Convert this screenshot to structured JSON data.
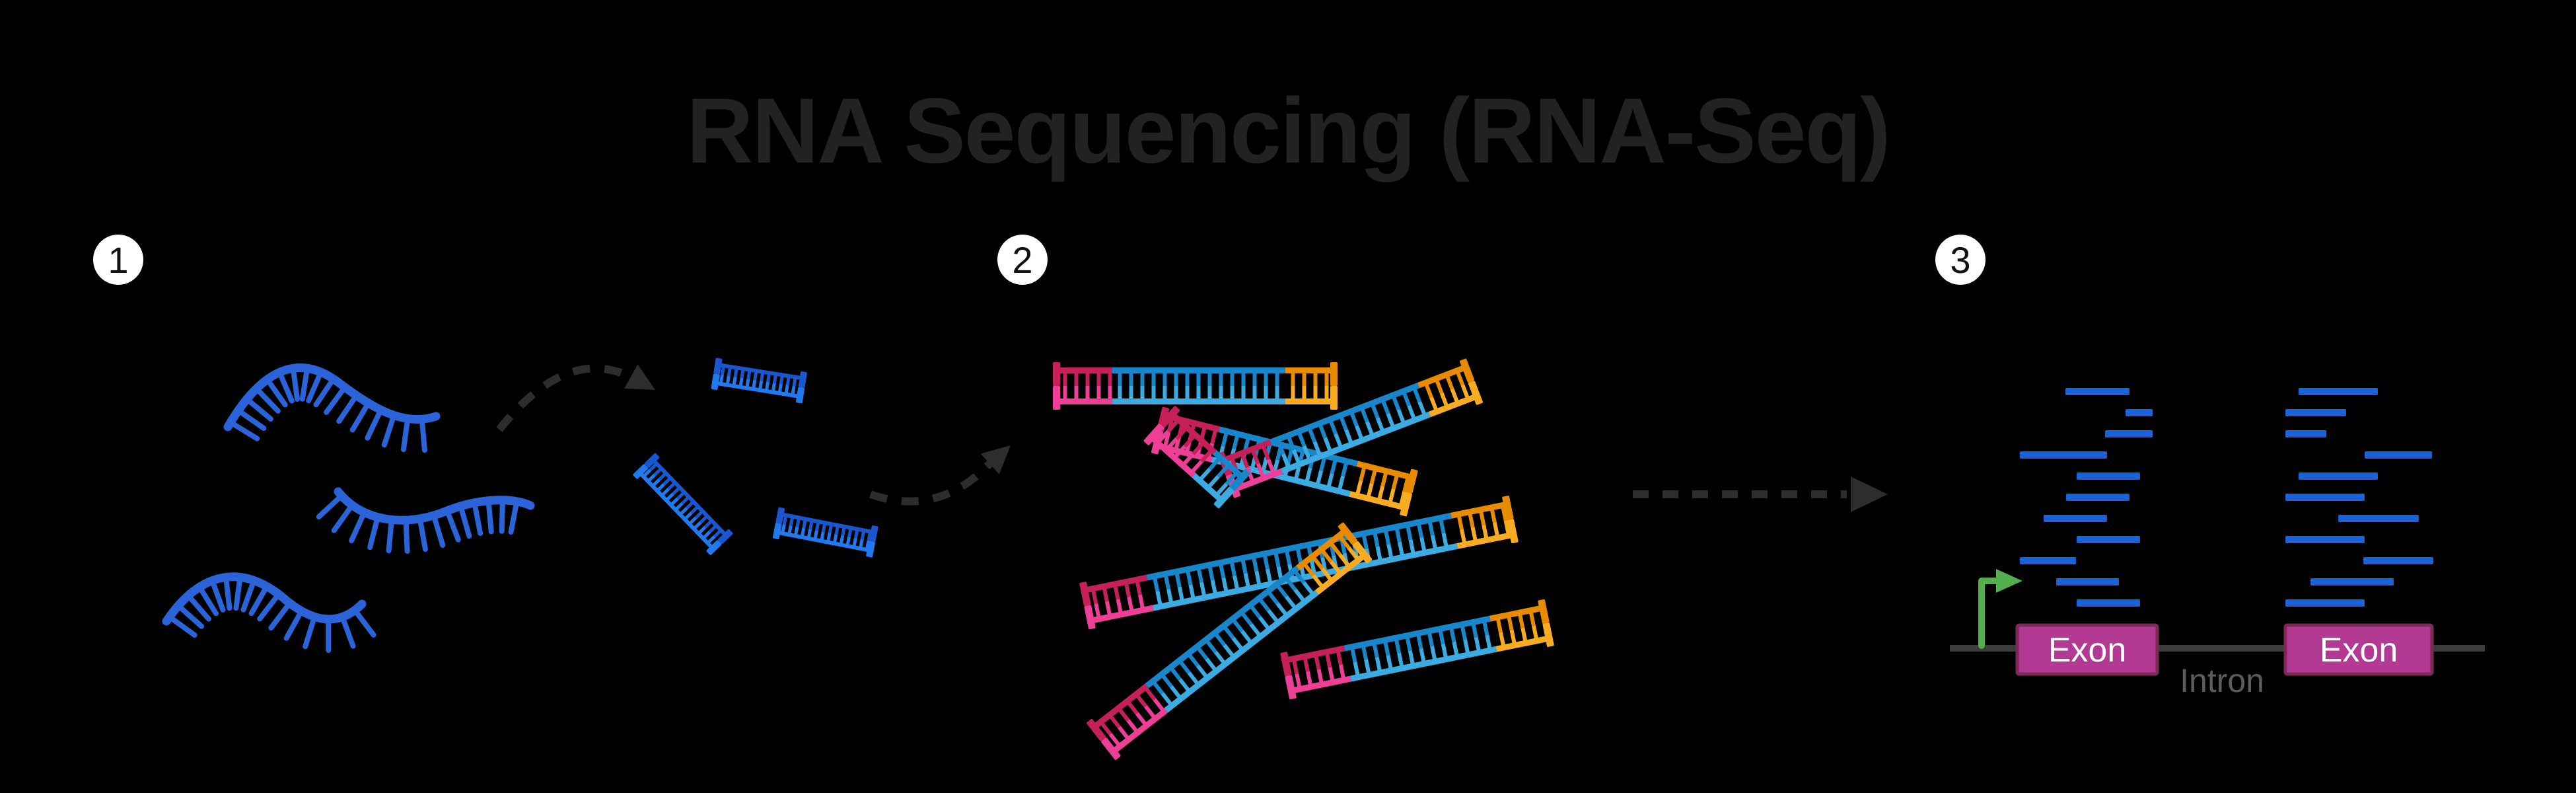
{
  "title": "RNA Sequencing (RNA-Seq)",
  "steps": [
    {
      "number": "1"
    },
    {
      "number": "2"
    },
    {
      "number": "3"
    }
  ],
  "genome_track": {
    "exon_labels": [
      "Exon",
      "Exon"
    ],
    "intron_label": "Intron"
  },
  "icons": {
    "fragmentation_arrow": "dashed-curved-arrow-icon",
    "adapter_ligation_arrow": "dashed-curved-arrow-icon",
    "sequencing_arrow": "dashed-straight-arrow-icon",
    "tss_arrow": "transcription-start-arrow-icon"
  },
  "colors": {
    "background": "#000000",
    "title_text": "#222222",
    "step_circle_fill": "#ffffff",
    "step_number": "#111111",
    "rna_blue": "#2a64d8",
    "fragment_blue": {
      "top": "#1a57cf",
      "bottom": "#2079ef"
    },
    "adapter_pink": {
      "top": "#c5205a",
      "bottom": "#ee3f96"
    },
    "insert_blue": {
      "top": "#1886cb",
      "bottom": "#3cabe2"
    },
    "adapter_orange": {
      "top": "#e88b00",
      "bottom": "#f7ac21"
    },
    "read_blue": "#1b62d8",
    "arrow_gray": "#2d2d2d",
    "genome_line": "#3d3d3d",
    "exon_fill": "#b23a92",
    "exon_border": "#7c2a55",
    "exon_text": "#ffffff",
    "intron_text": "#5c5c5c",
    "tss_green": "#54ae4e"
  }
}
